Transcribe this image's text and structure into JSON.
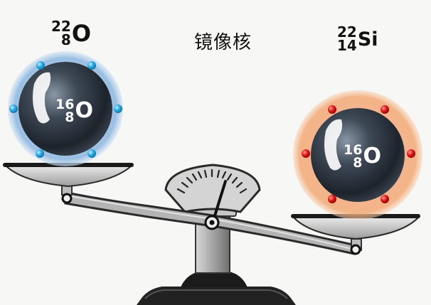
{
  "title": "镜像核",
  "left_nucleus": {
    "mass": "22",
    "charge": "8",
    "symbol": "O"
  },
  "right_nucleus": {
    "mass": "22",
    "charge": "14",
    "symbol": "Si"
  },
  "left_core": {
    "mass": "16",
    "charge": "8",
    "symbol": "O"
  },
  "right_core": {
    "mass": "16",
    "charge": "8",
    "symbol": "O"
  },
  "colors": {
    "background": "#f7f7f5",
    "left_halo": "#8fb8e0",
    "right_halo": "#f2a873",
    "neutron": "#2aa9e0",
    "proton": "#e01a1a",
    "core": "#2b3440",
    "balance_metal": "#a9a9a9",
    "balance_dark": "#141414"
  }
}
